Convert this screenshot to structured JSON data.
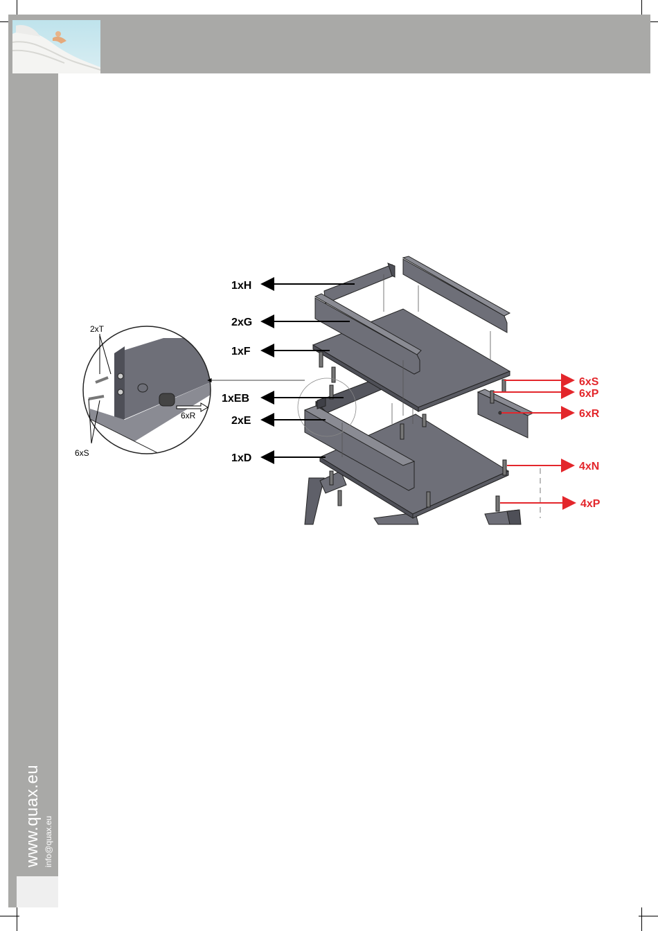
{
  "sidebar": {
    "website": "www.quax.eu",
    "email": "info@quax.eu"
  },
  "diagram": {
    "labels_left": [
      "1xH",
      "2xG",
      "1xF",
      "1xEB",
      "2xE",
      "1xD"
    ],
    "labels_right": [
      "6xS",
      "6xP",
      "6xR",
      "4xN",
      "4xP"
    ],
    "detail_labels": [
      "2xT",
      "6xR",
      "6xS"
    ]
  },
  "colors": {
    "header_gray": "#a9a9a7",
    "part_fill": "#6e6f78",
    "accent_red": "#e3262b"
  }
}
